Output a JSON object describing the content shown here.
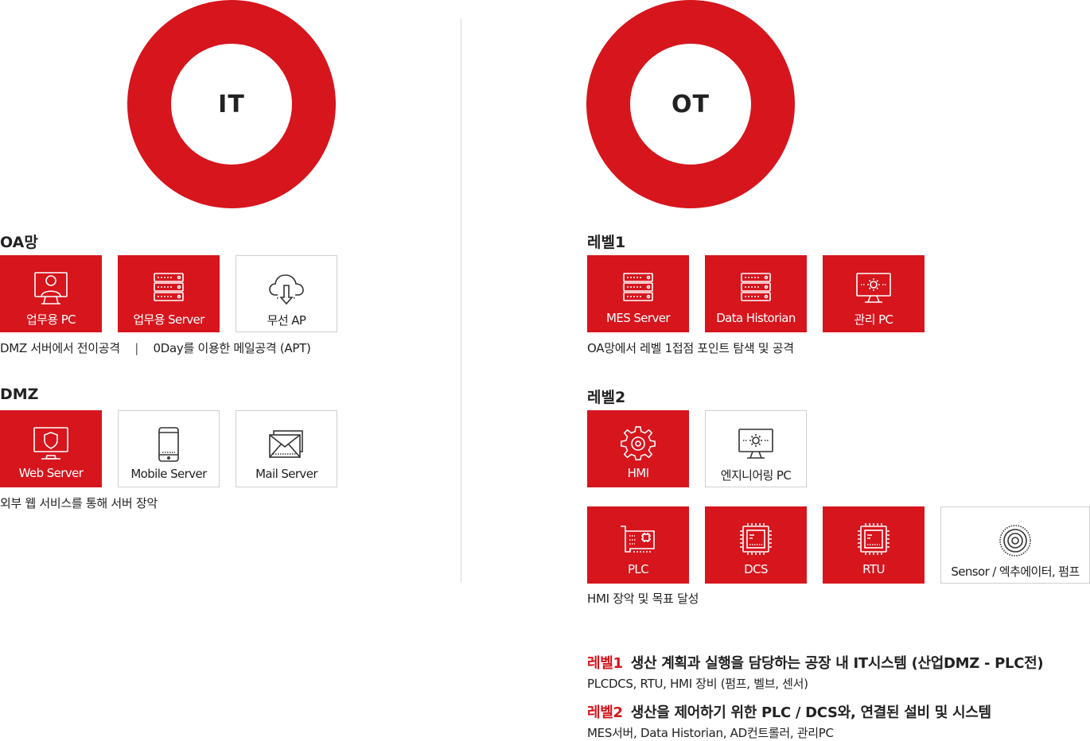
{
  "colors": {
    "accent": "#d6151d",
    "text": "#222222",
    "border": "#cfcfcf"
  },
  "it": {
    "title": "IT",
    "oa": {
      "heading": "OA망",
      "tiles": [
        {
          "label": "업무용 PC",
          "icon": "monitor-user-icon",
          "style": "red"
        },
        {
          "label": "업무용 Server",
          "icon": "server-icon",
          "style": "red"
        },
        {
          "label": "무선 AP",
          "icon": "cloud-download-icon",
          "style": "white"
        }
      ],
      "caption_a": "DMZ 서버에서 전이공격",
      "caption_sep": "|",
      "caption_b": "0Day를 이용한 메일공격 (APT)"
    },
    "dmz": {
      "heading": "DMZ",
      "tiles": [
        {
          "label": "Web Server",
          "icon": "monitor-shield-icon",
          "style": "red"
        },
        {
          "label": "Mobile Server",
          "icon": "mobile-icon",
          "style": "white"
        },
        {
          "label": "Mail Server",
          "icon": "mail-icon",
          "style": "white"
        }
      ],
      "caption": "외부 웹 서비스를 통해 서버 장악"
    }
  },
  "ot": {
    "title": "OT",
    "level1": {
      "heading": "레벨1",
      "tiles": [
        {
          "label": "MES Server",
          "icon": "server-icon",
          "style": "red"
        },
        {
          "label": "Data Historian",
          "icon": "server-icon",
          "style": "red"
        },
        {
          "label": "관리 PC",
          "icon": "monitor-gear-icon",
          "style": "red"
        }
      ],
      "caption": "OA망에서 레벨 1접점 포인트 탐색 및 공격"
    },
    "level2": {
      "heading": "레벨2",
      "tiles_row1": [
        {
          "label": "HMI",
          "icon": "gear-icon",
          "style": "red"
        },
        {
          "label": "엔지니어링 PC",
          "icon": "monitor-gear-icon",
          "style": "white"
        }
      ],
      "tiles_row2": [
        {
          "label": "PLC",
          "icon": "plc-card-icon",
          "style": "red"
        },
        {
          "label": "DCS",
          "icon": "chip-icon",
          "style": "red"
        },
        {
          "label": "RTU",
          "icon": "chip-icon",
          "style": "red"
        },
        {
          "label": "Sensor / 엑추에이터, 펌프",
          "icon": "sensor-icon",
          "style": "white"
        }
      ],
      "caption": "HMI 장악 및 목표 달성"
    },
    "legend": [
      {
        "tag": "레벨1",
        "title": "생산 계획과 실행을 담당하는 공장 내 IT시스템 (산업DMZ - PLC전)",
        "desc": "PLCDCS, RTU, HMI 장비 (펌프, 벨브, 센서)"
      },
      {
        "tag": "레벨2",
        "title": "생산을 제어하기 위한 PLC / DCS와, 연결된 설비 및 시스템",
        "desc": "MES서버, Data Historian, AD컨트롤러, 관리PC"
      }
    ]
  }
}
